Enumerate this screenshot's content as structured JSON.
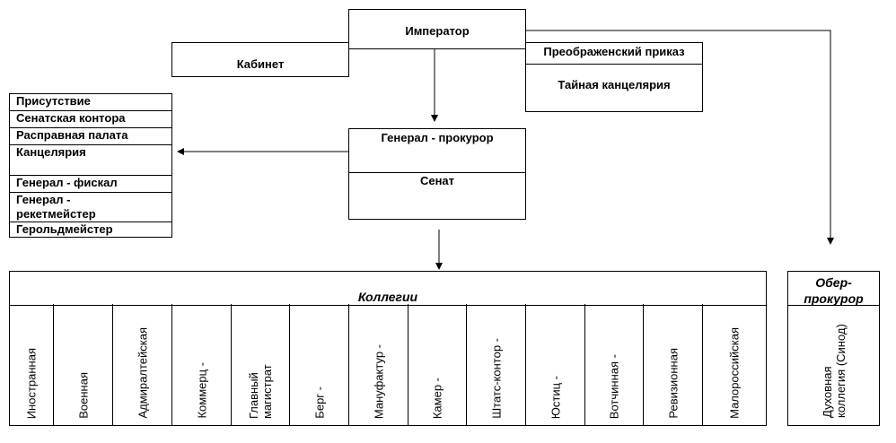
{
  "emperor": "Император",
  "cabinet": "Кабинет",
  "preobrazhensky": "Преображенский приказ",
  "secret_chancellery": "Тайная канцелярия",
  "gen_prosecutor": "Генерал - прокурор",
  "senate": "Сенат",
  "senate_units": [
    "Присутствие",
    "Сенатская контора",
    "Расправная палата",
    "Канцелярия",
    "Генерал - фискал",
    "Генерал - рекетмейстер",
    "Герольдмейстер"
  ],
  "collegia_title": "Коллегии",
  "collegia": [
    "Иностранная",
    "Военная",
    "Адмиралтейская",
    "Коммерц -",
    "Главный магистрат",
    "Берг -",
    "Мануфактур -",
    "Камер -",
    "Штатс-контор -",
    "Юстиц -",
    "Вотчинная -",
    "Ревизионная",
    "Малороссийская"
  ],
  "ober_prosecutor": "Обер-прокурор",
  "synod": "Духовная коллегия (Синод)"
}
